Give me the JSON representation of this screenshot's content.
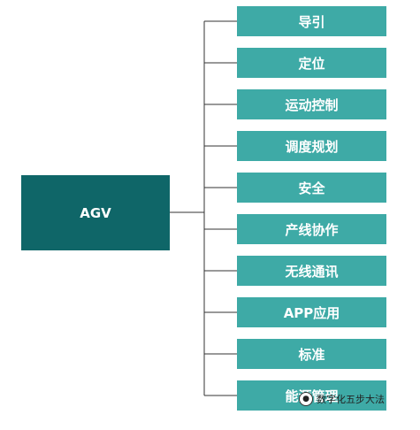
{
  "root": {
    "label": "AGV"
  },
  "children": [
    {
      "label": "导引"
    },
    {
      "label": "定位"
    },
    {
      "label": "运动控制"
    },
    {
      "label": "调度规划"
    },
    {
      "label": "安全"
    },
    {
      "label": "产线协作"
    },
    {
      "label": "无线通讯"
    },
    {
      "label": "APP应用"
    },
    {
      "label": "标准"
    },
    {
      "label": "能源管理"
    }
  ],
  "watermark": {
    "text": "数字化五步大法",
    "icon": "wechat-icon"
  },
  "colors": {
    "root_fill": "#0f6668",
    "child_fill": "#3eaaa6",
    "line": "#333333"
  }
}
